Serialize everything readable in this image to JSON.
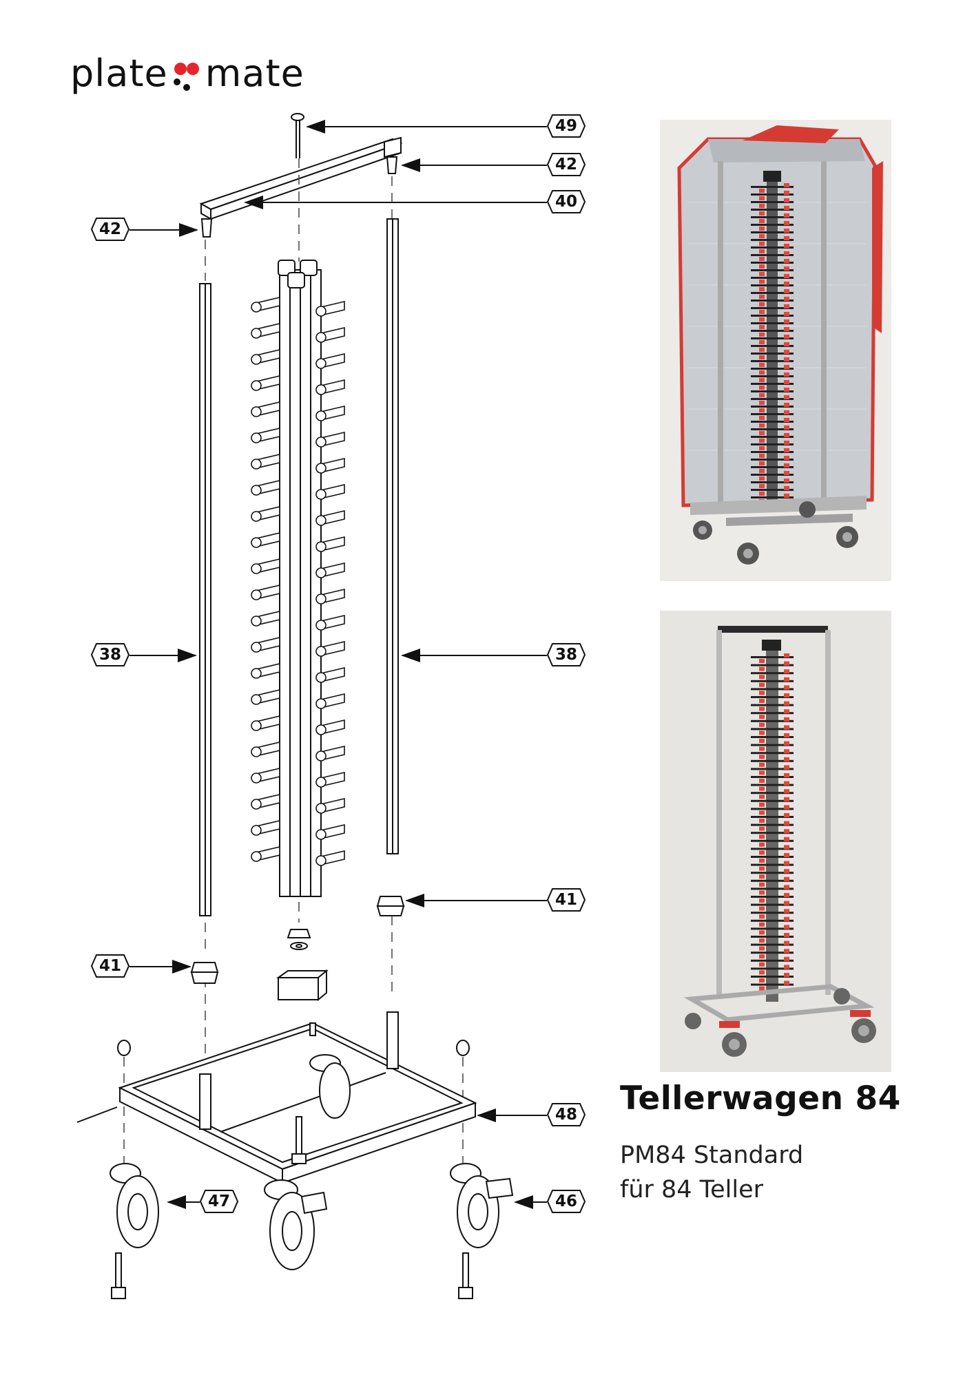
{
  "brand": {
    "word_left": "plate",
    "word_right": "mate",
    "accent_color": "#e3262b"
  },
  "callouts": {
    "c49": "49",
    "c42_top": "42",
    "c40": "40",
    "c42_left": "42",
    "c38_left": "38",
    "c38_right": "38",
    "c41_right": "41",
    "c41_left": "41",
    "c48": "48",
    "c47": "47",
    "c46": "46"
  },
  "product": {
    "title": "Tellerwagen 84",
    "subtitle_line1": "PM84 Standard",
    "subtitle_line2": "für 84 Teller"
  },
  "photos": {
    "covered_icon": "cart-with-thermal-cover-photo",
    "open_icon": "cart-without-cover-photo",
    "peg_color": "#e8453a",
    "rail_color": "#bfbfbf"
  }
}
